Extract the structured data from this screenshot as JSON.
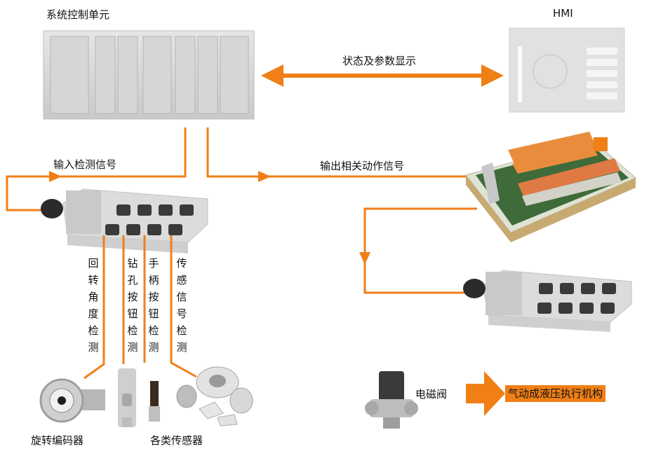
{
  "labels": {
    "control_unit": "系统控制单元",
    "hmi": "HMI",
    "status_display": "状态及参数显示",
    "input_signal": "输入检测信号",
    "output_signal": "输出相关动作信号",
    "solenoid_valve": "电磁阀",
    "actuator": "气动成液压执行机构",
    "rotary_encoder": "旋转编码器",
    "sensors": "各类传感器"
  },
  "vertical_labels": {
    "rotation_angle": "回转角度检测",
    "drill_button": "钻孔按钮检测",
    "handle_button": "手柄按钮检测",
    "sensor_signal": "传感信号检测"
  },
  "colors": {
    "arrow": "#f07f16",
    "device_gray": "#d9d9d9",
    "device_dark": "#3a3a3a",
    "board_green": "#3f6b3a"
  },
  "icons": [
    "plc-rack-icon",
    "hmi-panel-icon",
    "io-module-icon",
    "relay-board-icon",
    "rotary-encoder-icon",
    "sensor-icon",
    "solenoid-valve-icon"
  ]
}
